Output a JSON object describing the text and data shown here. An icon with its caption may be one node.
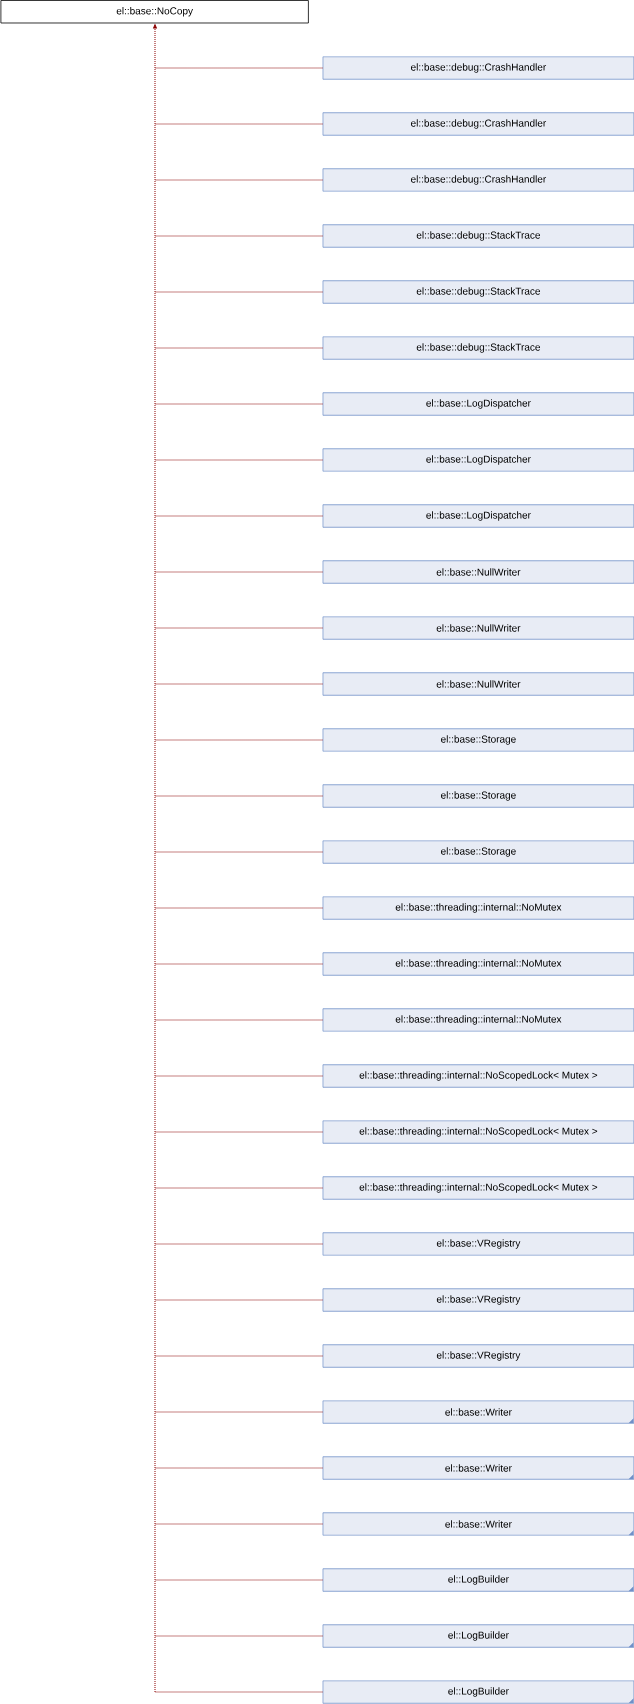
{
  "diagram": {
    "nodes": [
      {
        "text": [
          "el::base::NoCopy"
        ]
      },
      {
        "text": [
          "el::base::debug::CrashHandler"
        ]
      },
      {
        "text": [
          "el::base::debug::CrashHandler"
        ]
      },
      {
        "text": [
          "el::base::debug::CrashHandler"
        ]
      },
      {
        "text": [
          "el::base::debug::StackTrace"
        ]
      },
      {
        "text": [
          "el::base::debug::StackTrace"
        ]
      },
      {
        "text": [
          "el::base::debug::StackTrace"
        ]
      },
      {
        "text": [
          "el::base::LogDispatcher"
        ]
      },
      {
        "text": [
          "el::base::LogDispatcher"
        ]
      },
      {
        "text": [
          "el::base::LogDispatcher"
        ]
      },
      {
        "text": [
          "el::base::NullWriter"
        ]
      },
      {
        "text": [
          "el::base::NullWriter"
        ]
      },
      {
        "text": [
          "el::base::NullWriter"
        ]
      },
      {
        "text": [
          "el::base::Storage"
        ]
      },
      {
        "text": [
          "el::base::Storage"
        ]
      },
      {
        "text": [
          "el::base::Storage"
        ]
      },
      {
        "text": [
          "el::base::threading::internal::NoMutex"
        ]
      },
      {
        "text": [
          "el::base::threading::internal::NoMutex"
        ]
      },
      {
        "text": [
          "el::base::threading::internal::NoMutex"
        ]
      },
      {
        "text": [
          "el::base::threading::internal::NoScopedLock< Mutex >"
        ]
      },
      {
        "text": [
          "el::base::threading::internal::NoScopedLock< Mutex >"
        ]
      },
      {
        "text": [
          "el::base::threading::internal::NoScopedLock< Mutex >"
        ]
      },
      {
        "text": [
          "el::base::VRegistry"
        ]
      },
      {
        "text": [
          "el::base::VRegistry"
        ]
      },
      {
        "text": [
          "el::base::VRegistry"
        ]
      },
      {
        "text": [
          "el::base::Writer"
        ]
      },
      {
        "text": [
          "el::base::Writer"
        ]
      },
      {
        "text": [
          "el::base::Writer"
        ]
      },
      {
        "text": [
          "el::LogBuilder"
        ]
      },
      {
        "text": [
          "el::LogBuilder"
        ]
      },
      {
        "text": [
          "el::LogBuilder"
        ]
      }
    ],
    "edges": [
      {
        "from": 1,
        "to": 0,
        "arrow": "to"
      },
      {
        "from": 2,
        "to": 0,
        "arrow": "to"
      },
      {
        "from": 3,
        "to": 0,
        "arrow": "to"
      },
      {
        "from": 4,
        "to": 0,
        "arrow": "to"
      },
      {
        "from": 5,
        "to": 0,
        "arrow": "to"
      },
      {
        "from": 6,
        "to": 0,
        "arrow": "to"
      },
      {
        "from": 7,
        "to": 0,
        "arrow": "to"
      },
      {
        "from": 8,
        "to": 0,
        "arrow": "to"
      },
      {
        "from": 9,
        "to": 0,
        "arrow": "to"
      },
      {
        "from": 10,
        "to": 0,
        "arrow": "to"
      },
      {
        "from": 11,
        "to": 0,
        "arrow": "to"
      },
      {
        "from": 12,
        "to": 0,
        "arrow": "to"
      },
      {
        "from": 13,
        "to": 0,
        "arrow": "to"
      },
      {
        "from": 14,
        "to": 0,
        "arrow": "to"
      },
      {
        "from": 15,
        "to": 0,
        "arrow": "to"
      },
      {
        "from": 16,
        "to": 0,
        "arrow": "to"
      },
      {
        "from": 17,
        "to": 0,
        "arrow": "to"
      },
      {
        "from": 18,
        "to": 0,
        "arrow": "to"
      },
      {
        "from": 19,
        "to": 0,
        "arrow": "to"
      },
      {
        "from": 20,
        "to": 0,
        "arrow": "to"
      },
      {
        "from": 21,
        "to": 0,
        "arrow": "to"
      },
      {
        "from": 22,
        "to": 0,
        "arrow": "to"
      },
      {
        "from": 23,
        "to": 0,
        "arrow": "to"
      },
      {
        "from": 24,
        "to": 0,
        "arrow": "to"
      },
      {
        "from": 25,
        "to": 0,
        "arrow": "to"
      },
      {
        "from": 26,
        "to": 0,
        "arrow": "to"
      },
      {
        "from": 27,
        "to": 0,
        "arrow": "to"
      },
      {
        "from": 28,
        "to": 0,
        "arrow": "to"
      },
      {
        "from": 29,
        "to": 0,
        "arrow": "to"
      },
      {
        "from": 30,
        "to": 0,
        "arrow": "to"
      }
    ]
  }
}
